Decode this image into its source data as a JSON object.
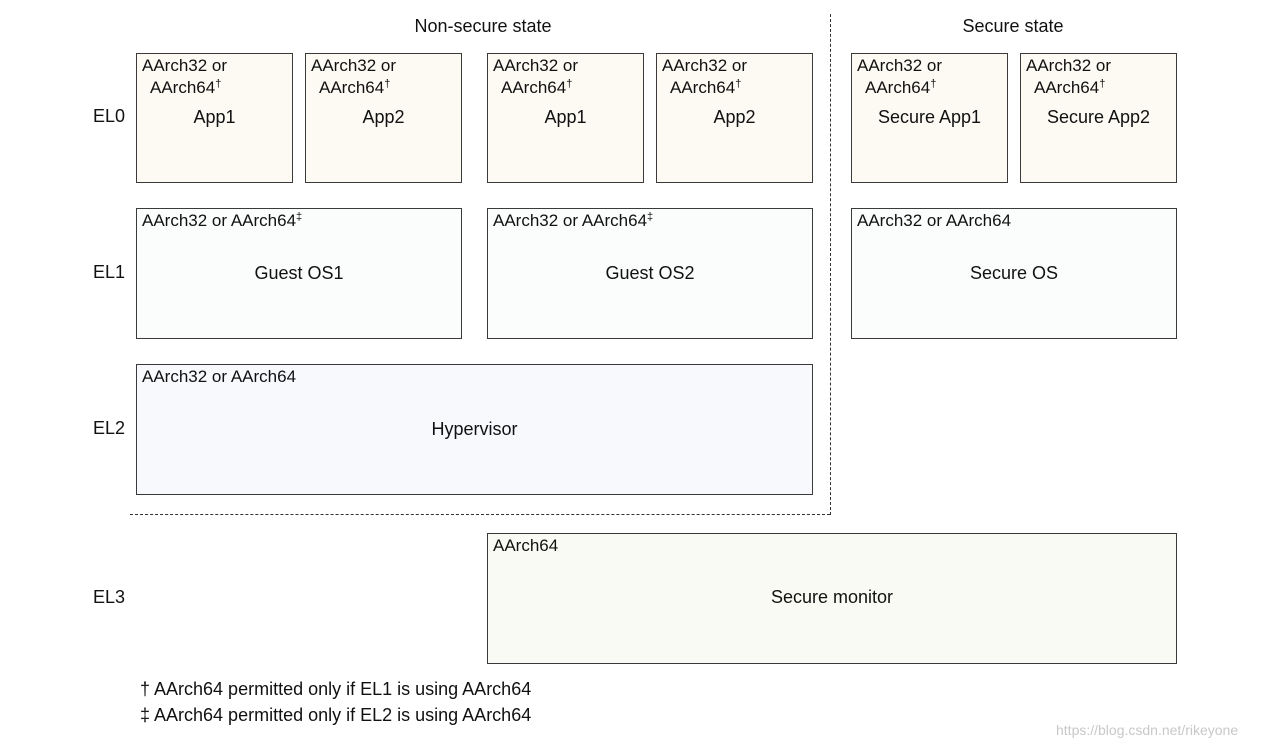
{
  "headers": {
    "non_secure": "Non-secure state",
    "secure": "Secure state"
  },
  "levels": {
    "el0": "EL0",
    "el1": "EL1",
    "el2": "EL2",
    "el3": "EL3"
  },
  "el0": [
    {
      "arch_line1": "AArch32 or",
      "arch_line2": "AArch64",
      "mark": "†",
      "name": "App1"
    },
    {
      "arch_line1": "AArch32 or",
      "arch_line2": "AArch64",
      "mark": "†",
      "name": "App2"
    },
    {
      "arch_line1": "AArch32 or",
      "arch_line2": "AArch64",
      "mark": "†",
      "name": "App1"
    },
    {
      "arch_line1": "AArch32 or",
      "arch_line2": "AArch64",
      "mark": "†",
      "name": "App2"
    },
    {
      "arch_line1": "AArch32 or",
      "arch_line2": "AArch64",
      "mark": "†",
      "name": "Secure App1"
    },
    {
      "arch_line1": "AArch32 or",
      "arch_line2": "AArch64",
      "mark": "†",
      "name": "Secure App2"
    }
  ],
  "el1": [
    {
      "arch": "AArch32 or AArch64",
      "mark": "‡",
      "name": "Guest OS1"
    },
    {
      "arch": "AArch32 or AArch64",
      "mark": "‡",
      "name": "Guest OS2"
    },
    {
      "arch": "AArch32 or AArch64",
      "mark": "",
      "name": "Secure OS"
    }
  ],
  "el2": {
    "arch": "AArch32 or AArch64",
    "name": "Hypervisor"
  },
  "el3": {
    "arch": "AArch64",
    "name": "Secure monitor"
  },
  "footnotes": [
    "† AArch64 permitted only if EL1 is using AArch64",
    "‡ AArch64 permitted only if EL2 is using AArch64"
  ],
  "watermark": "https://blog.csdn.net/rikeyone",
  "colors": {
    "app_fill": "#fcfaf3",
    "os_fill": "#fbfdfc",
    "hypervisor_fill": "#f7f9fc",
    "monitor_fill": "#fafaf4",
    "border": "#3a3a3a"
  }
}
